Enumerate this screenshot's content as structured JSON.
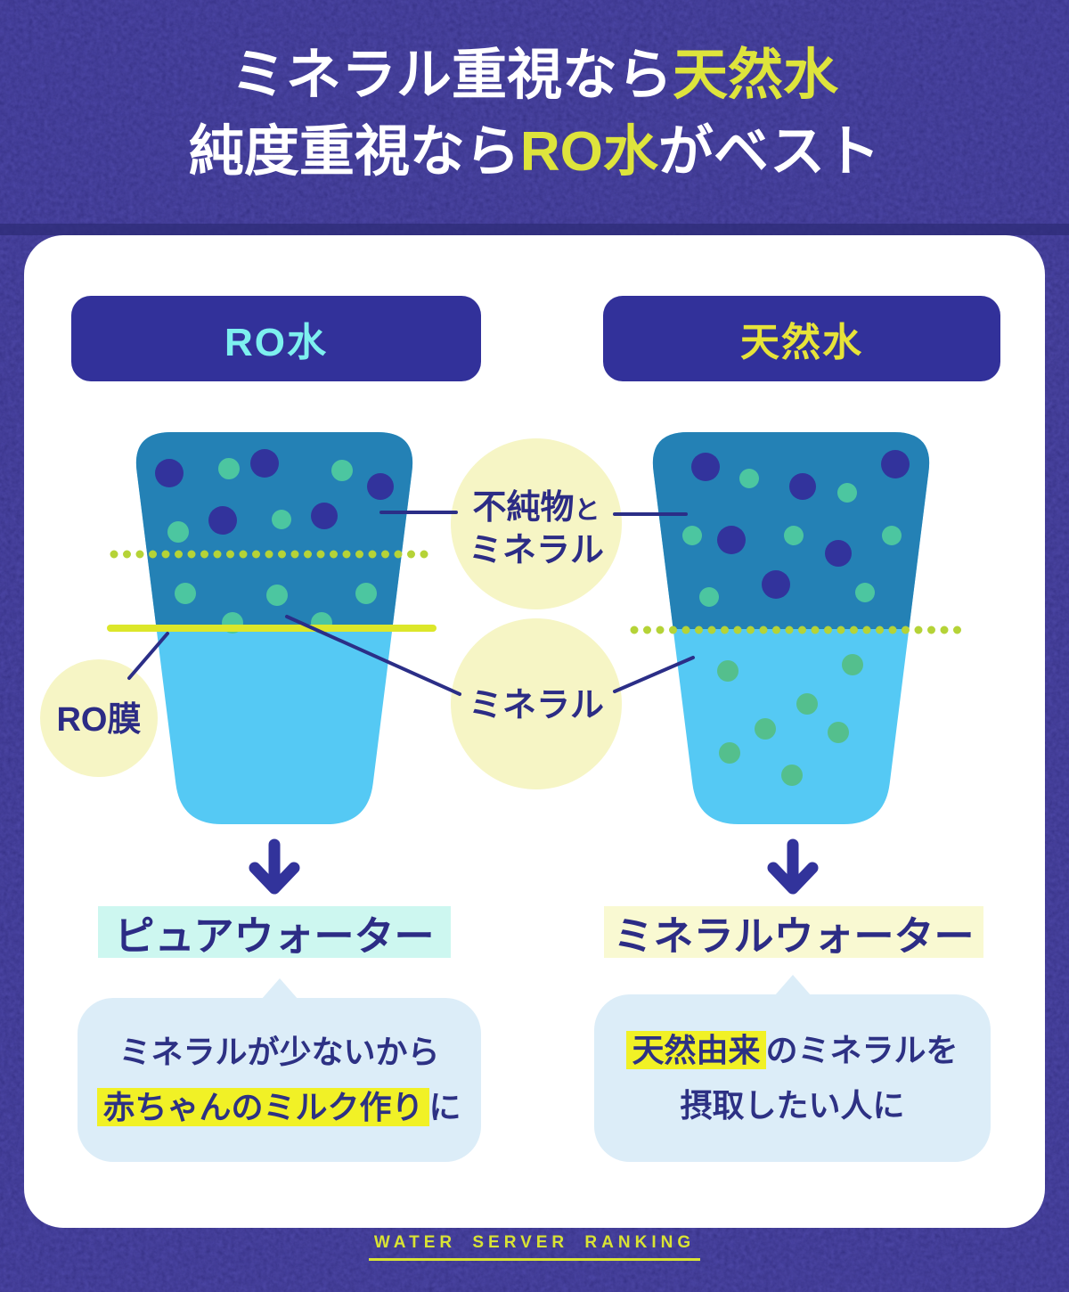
{
  "title": {
    "line1_pre": "ミネラル重視なら",
    "line1_accent": "天然水",
    "line2_pre": "純度重視なら",
    "line2_accent": "RO水",
    "line2_post": "がベスト"
  },
  "panels": {
    "left": {
      "header": "RO水",
      "result_label": "ピュアウォーター",
      "note_line1": "ミネラルが少ないから",
      "note_line2_highlight": "赤ちゃんのミルク作り",
      "note_line2_rest": "に"
    },
    "right": {
      "header": "天然水",
      "result_label": "ミネラルウォーター",
      "note_line1_highlight": "天然由来",
      "note_line1_rest": "のミネラルを",
      "note_line2": "摂取したい人に"
    }
  },
  "diagram_labels": {
    "impurities_line1_main": "不純物",
    "impurities_line1_small": "と",
    "impurities_line2": "ミネラル",
    "minerals": "ミネラル",
    "ro_membrane": "RO膜"
  },
  "footer": {
    "brand": "WATER SERVER RANKING"
  },
  "colors": {
    "background_purple": "#433e9b",
    "title_accent_yellow": "#dee43c",
    "header_pill_navy": "#32319a",
    "ro_water_cyan": "#7df0ef",
    "natural_water_yellow": "#e7e339",
    "glass_upper_teal": "#2481b5",
    "glass_lower_blue": "#55c9f4",
    "impurity_dot_navy": "#32339c",
    "mineral_dot_green": "#4cc6a0",
    "ro_membrane_line_yellow": "#dce72a",
    "dotted_level_line_green": "#b5d337",
    "label_circle_pale_yellow": "#f6f5c5",
    "diagram_text_navy": "#2c2c85",
    "pure_water_highlight_cyan": "#cdf7f0",
    "mineral_water_highlight_yellow": "#f9f9d2",
    "note_bubble_blue": "#dcedf8",
    "note_highlight_yellow": "#f1f126",
    "footer_brand_yellow": "#d9e334"
  }
}
